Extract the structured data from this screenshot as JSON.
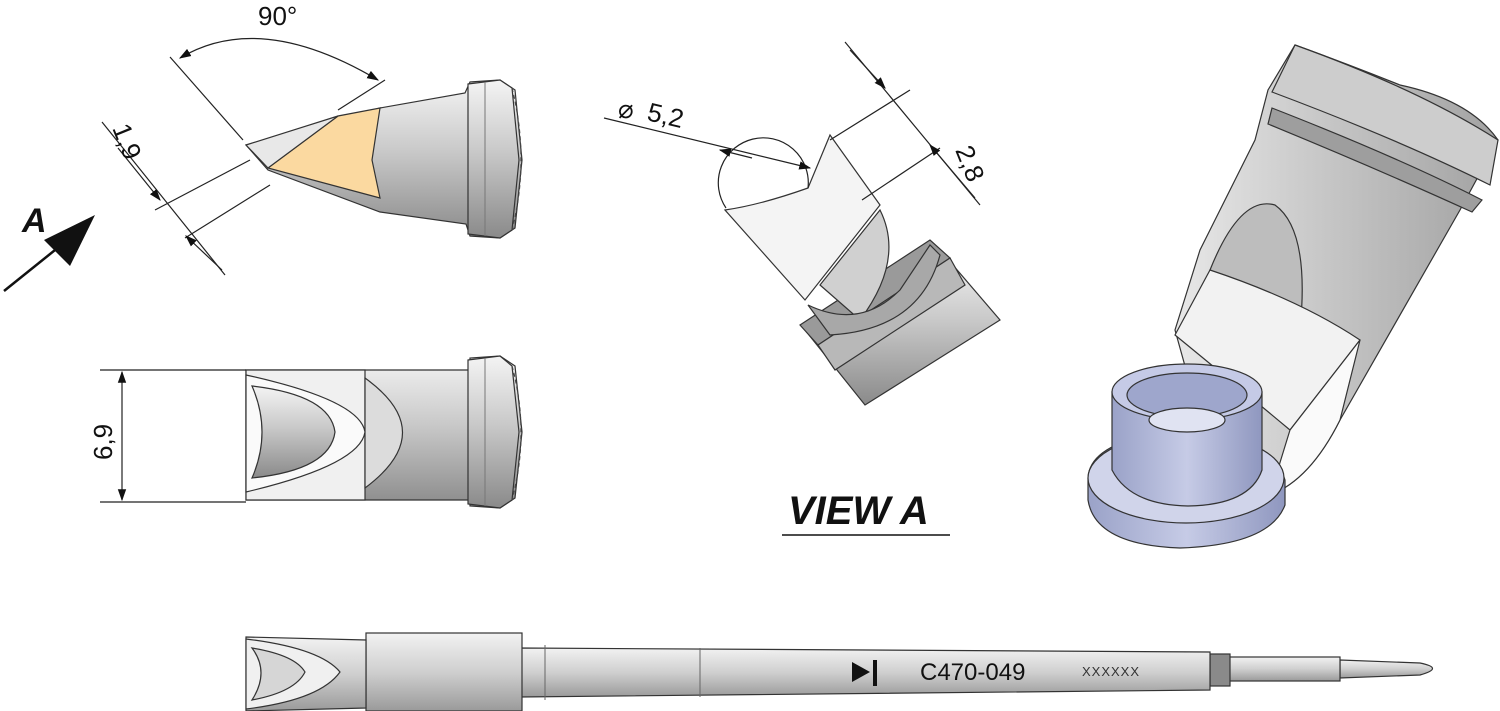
{
  "labels": {
    "angle": "90°",
    "dim_tip": "1,9",
    "view_letter": "A",
    "dim_width": "6,9",
    "dim_diameter_symbol": "⌀",
    "dim_diameter": "5,2",
    "dim_depth": "2,8",
    "view_title": "VIEW A",
    "part_number": "C470-049",
    "batch_code": "XXXXXX"
  },
  "colors": {
    "steel": "#c8c8c8",
    "steel_dark": "#8e8e8e",
    "steel_light": "#eeeeee",
    "tinned_face": "#fbd9a0",
    "component": "#b3bad8"
  }
}
